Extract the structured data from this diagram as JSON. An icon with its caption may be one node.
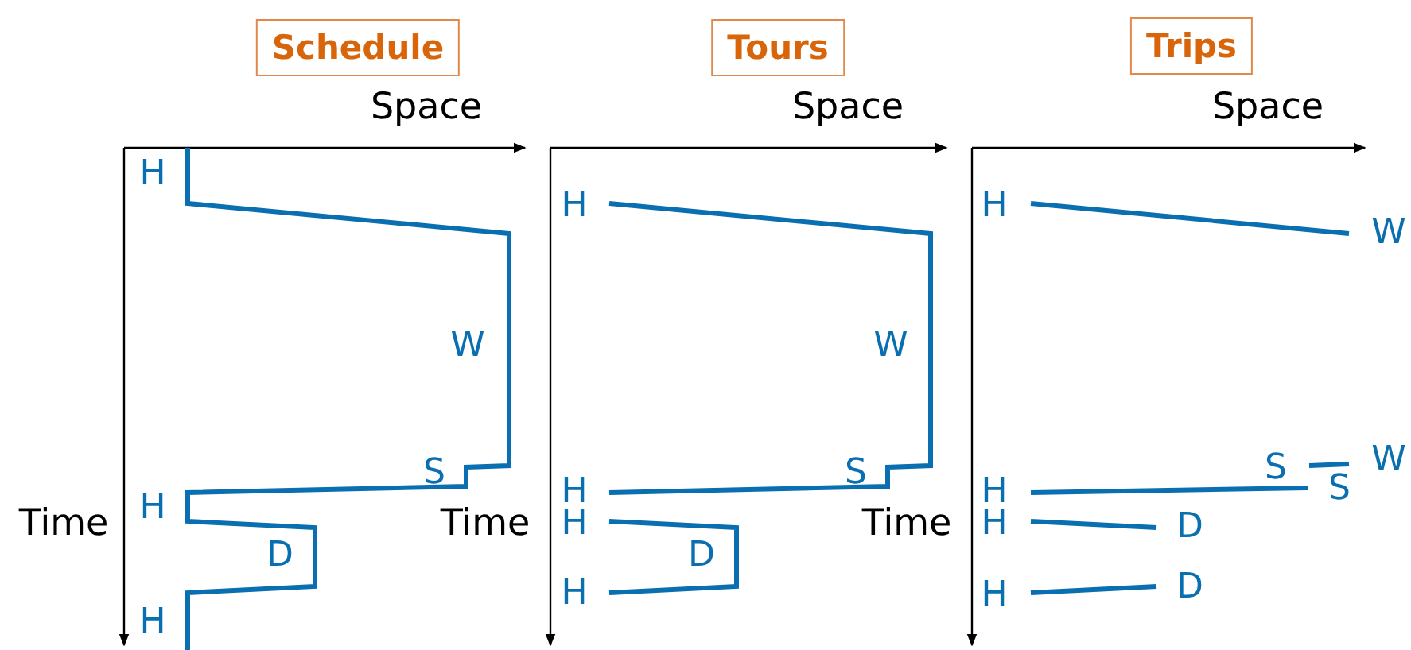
{
  "diagram": {
    "nodes": [
      {
        "text": [
          "Schedule"
        ]
      },
      {
        "text": [
          "Tours"
        ]
      },
      {
        "text": [
          "Trips"
        ]
      }
    ],
    "labels": [
      "Space",
      "H",
      "W",
      "S",
      "Time",
      "H",
      "D",
      "H",
      "Space",
      "H",
      "W",
      "S",
      "Time",
      "H",
      "H",
      "D",
      "H",
      "Space",
      "H",
      "W",
      "S",
      "W",
      "S",
      "Time",
      "H",
      "H",
      "D",
      "D",
      "H"
    ]
  }
}
